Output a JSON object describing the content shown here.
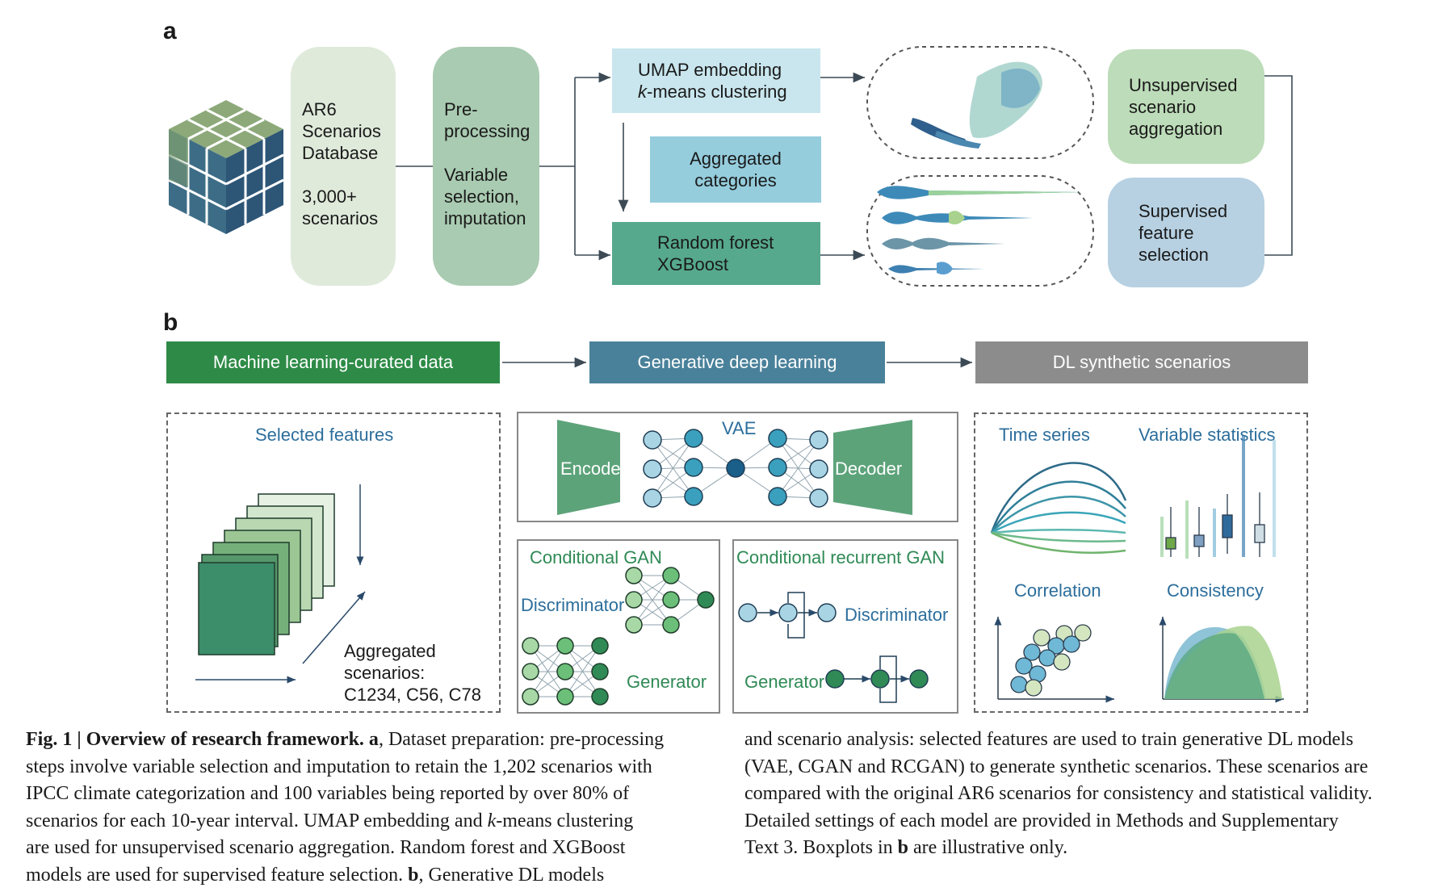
{
  "panel_a": {
    "letter": "a",
    "database_box": {
      "lines": [
        "AR6",
        "Scenarios",
        "Database",
        "",
        "3,000+",
        "scenarios"
      ]
    },
    "preprocessing_box": {
      "lines": [
        "Pre-",
        "processing",
        "",
        "Variable",
        "selection,",
        "imputation"
      ]
    },
    "umap_box": {
      "line1": "UMAP embedding",
      "line2_italic": "k",
      "line2_rest": "-means clustering"
    },
    "aggregated_box": {
      "lines": [
        "Aggregated",
        "categories"
      ]
    },
    "rf_box": {
      "lines": [
        "Random forest",
        "XGBoost"
      ]
    },
    "unsupervised_box": {
      "lines": [
        "Unsupervised",
        "scenario",
        "aggregation"
      ]
    },
    "supervised_box": {
      "lines": [
        "Supervised",
        "feature",
        "selection"
      ]
    }
  },
  "panel_b": {
    "letter": "b",
    "bar_ml": "Machine learning-curated data",
    "bar_gen": "Generative deep learning",
    "bar_dl": "DL synthetic scenarios",
    "selected_features": "Selected features",
    "aggregated_scenarios": [
      "Aggregated",
      "scenarios:",
      "C1234, C56, C78"
    ],
    "vae": {
      "title": "VAE",
      "encoder": "Encoder",
      "decoder": "Decoder"
    },
    "cgan": {
      "title": "Conditional GAN",
      "discriminator": "Discriminator",
      "generator": "Generator"
    },
    "rcgan": {
      "title": "Conditional recurrent GAN",
      "discriminator": "Discriminator",
      "generator": "Generator"
    },
    "outputs": {
      "time_series": "Time series",
      "variable_statistics": "Variable statistics",
      "correlation": "Correlation",
      "consistency": "Consistency"
    }
  },
  "colors": {
    "database": "#dfeadb",
    "preprocessing": "#a9cbb1",
    "umap": "#c9e6ee",
    "aggregated": "#95cddd",
    "rf": "#56a98c",
    "unsupervised": "#bddcb9",
    "supervised": "#b7d1e2",
    "bar_ml": "#2e8b47",
    "bar_gen": "#4a819a",
    "bar_dl": "#8c8c8c"
  },
  "caption": {
    "left": [
      {
        "parts": [
          {
            "b": "Fig. 1 | Overview of research framework. a"
          },
          {
            "t": ", Dataset preparation: pre-processing"
          }
        ]
      },
      {
        "parts": [
          {
            "t": "steps involve variable selection and imputation to retain the 1,202 scenarios with"
          }
        ]
      },
      {
        "parts": [
          {
            "t": "IPCC climate categorization and 100 variables being reported by over 80% of"
          }
        ]
      },
      {
        "parts": [
          {
            "t": "scenarios for each 10-year interval. UMAP embedding and "
          },
          {
            "i": "k"
          },
          {
            "t": "-means clustering"
          }
        ]
      },
      {
        "parts": [
          {
            "t": "are used for unsupervised scenario aggregation. Random forest and XGBoost"
          }
        ]
      },
      {
        "parts": [
          {
            "t": "models are used for supervised feature selection. "
          },
          {
            "b": "b"
          },
          {
            "t": ", Generative DL models"
          }
        ]
      }
    ],
    "right": [
      {
        "parts": [
          {
            "t": "and scenario analysis: selected features are used to train generative DL models"
          }
        ]
      },
      {
        "parts": [
          {
            "t": "(VAE, CGAN and RCGAN) to generate synthetic scenarios. These scenarios are"
          }
        ]
      },
      {
        "parts": [
          {
            "t": "compared with the original AR6 scenarios for consistency and statistical validity."
          }
        ]
      },
      {
        "parts": [
          {
            "t": "Detailed settings of each model are provided in Methods and Supplementary"
          }
        ]
      },
      {
        "parts": [
          {
            "t": "Text 3. Boxplots in "
          },
          {
            "b": "b"
          },
          {
            "t": " are illustrative only."
          }
        ]
      }
    ]
  }
}
